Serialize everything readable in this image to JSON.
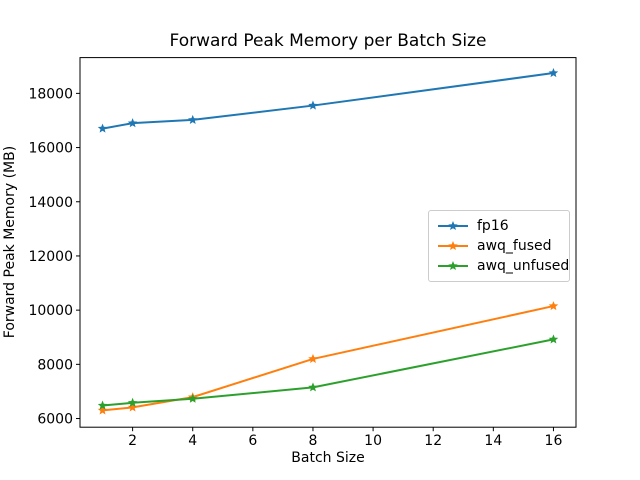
{
  "chart_data": {
    "type": "line",
    "title": "Forward Peak Memory per Batch Size",
    "xlabel": "Batch Size",
    "ylabel": "Forward Peak Memory (MB)",
    "x": [
      1,
      2,
      4,
      8,
      16
    ],
    "series": [
      {
        "name": "fp16",
        "color": "#1f77b4",
        "values": [
          16700,
          16900,
          17020,
          17550,
          18750
        ]
      },
      {
        "name": "awq_fused",
        "color": "#ff7f0e",
        "values": [
          6300,
          6410,
          6790,
          8200,
          10150
        ]
      },
      {
        "name": "awq_unfused",
        "color": "#2ca02c",
        "values": [
          6480,
          6580,
          6730,
          7150,
          8920
        ]
      }
    ],
    "xticks": [
      2,
      4,
      6,
      8,
      10,
      12,
      14,
      16
    ],
    "yticks": [
      6000,
      8000,
      10000,
      12000,
      14000,
      16000,
      18000
    ],
    "xlim": [
      0.25,
      16.75
    ],
    "ylim": [
      5680,
      19320
    ],
    "grid": false,
    "marker": "star",
    "legend_position": "center-right inside axes",
    "background_color": "#ffffff",
    "axis_color": "#000000",
    "legend_border_color": "#cccccc"
  }
}
